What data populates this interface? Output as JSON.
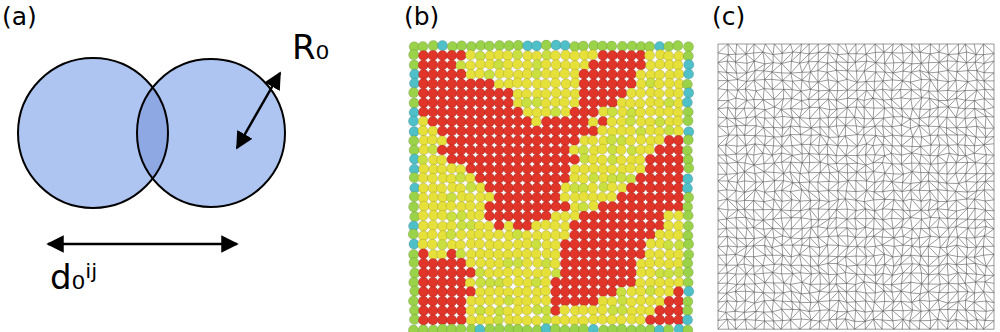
{
  "diagram": {
    "labels": [
      "(a)",
      "R₀",
      "d₀ⁱʲ",
      "(b)",
      "(c)"
    ]
  }
}
